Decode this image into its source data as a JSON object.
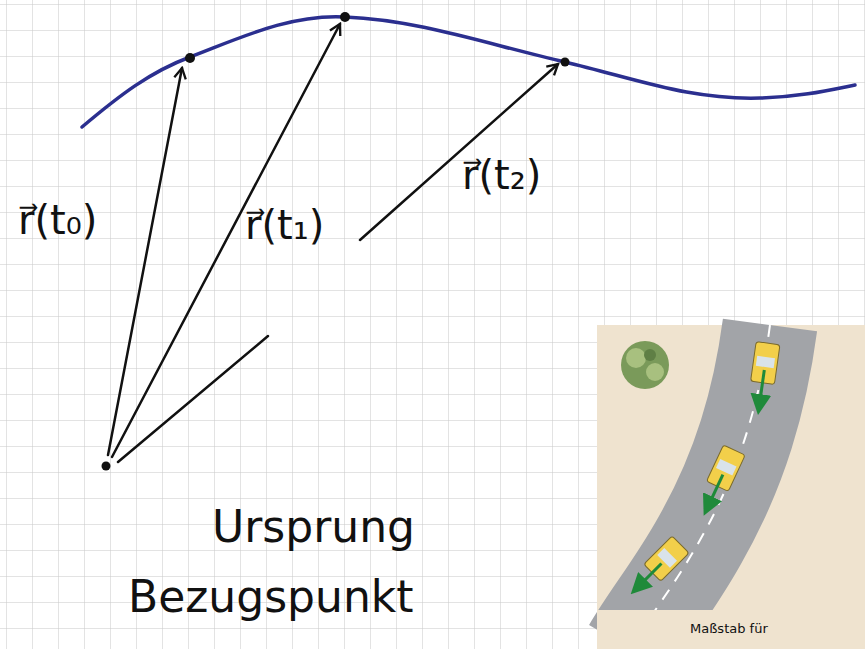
{
  "diagram": {
    "labels": [
      "r⃗(t₀)",
      "r⃗(t₁)",
      "r⃗(t₂)",
      "Ursprung",
      "Bezugspunkt",
      "Maßstab für"
    ]
  }
}
